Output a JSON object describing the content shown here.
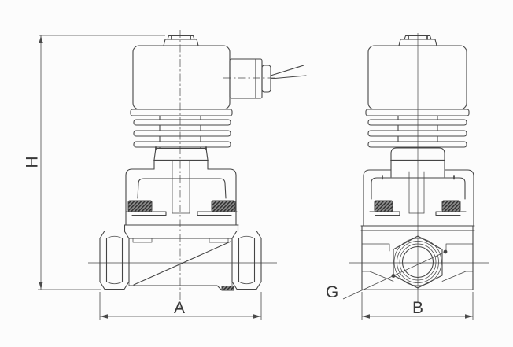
{
  "labels": {
    "dim_height": "H",
    "dim_width_front": "A",
    "thread_port": "G",
    "dim_width_side": "B"
  },
  "colors": {
    "background": "#fcfcfc",
    "line": "#454545",
    "dim": "#4a4a4a",
    "hatch_base": "#8a8a8a",
    "hatch_dark": "#2f2f2f"
  }
}
